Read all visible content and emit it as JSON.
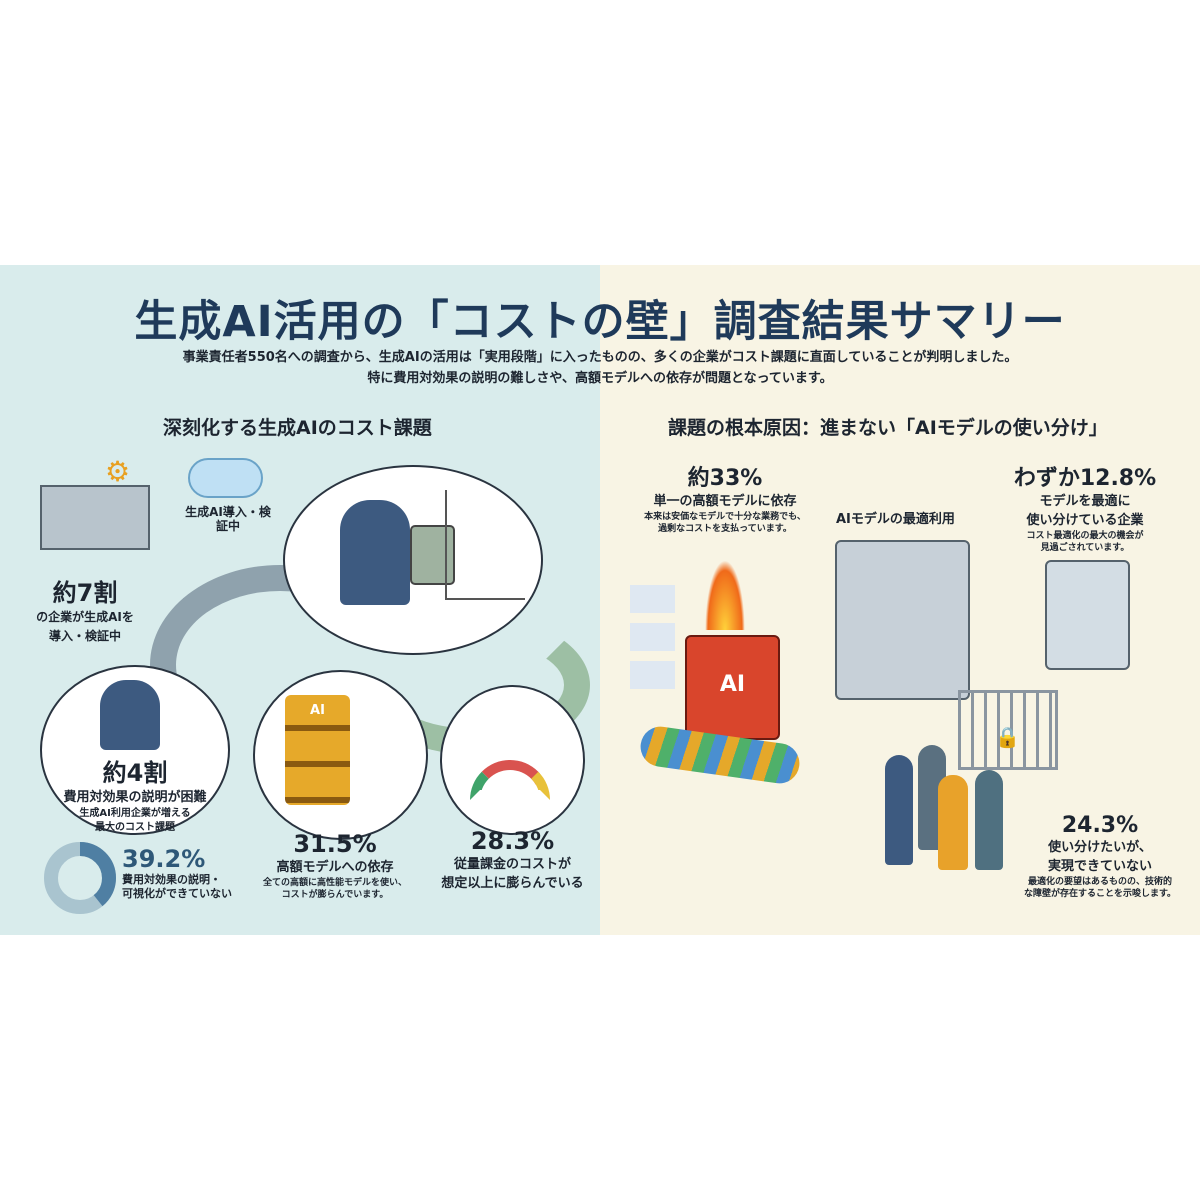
{
  "title": "生成AI活用の「コストの壁」調査結果サマリー",
  "intro": [
    "事業責任者550名への調査から、生成AIの活用は「実用段階」に入ったものの、多くの企業がコスト課題に直面していることが判明しました。",
    "特に費用対効果の説明の難しさや、高額モデルへの依存が問題となっています。"
  ],
  "left": {
    "heading": "深刻化する生成AIのコスト課題",
    "cloud_label": "生成AI導入・検証中",
    "stat1": {
      "value": "約7割",
      "text": [
        "の企業が生成AIを",
        "導入・検証中"
      ]
    },
    "stat2": {
      "value": "約4割",
      "headline": "費用対効果の説明が困難",
      "text": [
        "生成AI利用企業が増える",
        "最大のコスト課題"
      ]
    },
    "donut": {
      "value": "39.2%",
      "percent": 39.2,
      "text": [
        "費用対効果の説明・",
        "可視化ができていない"
      ],
      "color": "#4f7fa3"
    },
    "stat3": {
      "value": "31.5%",
      "headline": "高額モデルへの依存",
      "text": [
        "全ての高額に高性能モデルを使い、",
        "コストが膨らんでいます。"
      ]
    },
    "stat4": {
      "value": "28.3%",
      "text": [
        "従量課金のコストが",
        "想定以上に膨らんでいる"
      ]
    },
    "chip_label": "AI"
  },
  "right": {
    "heading": "課題の根本原因：進まない「AIモデルの使い分け」",
    "stat1": {
      "value": "約33%",
      "headline": "単一の高額モデルに依存",
      "text": [
        "本来は安価なモデルで十分な業務でも、",
        "過剰なコストを支払っています。"
      ]
    },
    "center_label": "AIモデルの最適利用",
    "stat2": {
      "value": "わずか12.8%",
      "headline": [
        "モデルを最適に",
        "使い分けている企業"
      ],
      "text": [
        "コスト最適化の最大の機会が",
        "見過ごされています。"
      ]
    },
    "stat3": {
      "value": "24.3%",
      "headline": [
        "使い分けたいが、",
        "実現できていない"
      ],
      "text": [
        "最適化の要望はあるものの、技術的",
        "な障壁が存在することを示唆します。"
      ]
    },
    "chip_label": "AI"
  }
}
